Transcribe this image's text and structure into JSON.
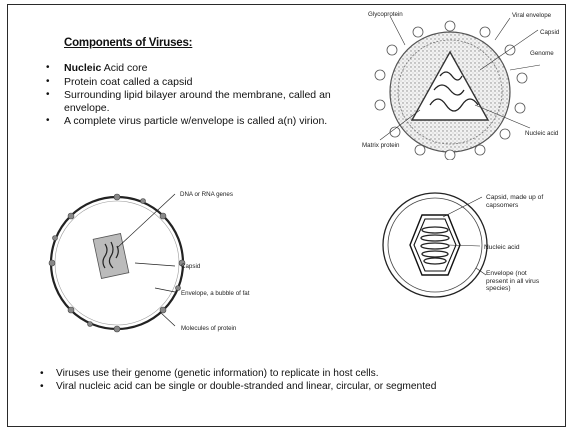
{
  "slide": {
    "title": "Components of Viruses:",
    "bullets": [
      {
        "lead": "Nucleic",
        "text": " Acid core"
      },
      {
        "lead": "",
        "text": "Protein coat called a capsid"
      },
      {
        "lead": "",
        "text": "Surrounding lipid bilayer around the membrane, called an envelope."
      },
      {
        "lead": "",
        "text": "A complete virus particle w/envelope is called a(n) virion."
      }
    ],
    "bottom_bullets": [
      "Viruses use their genome (genetic information) to replicate in host cells.",
      "Viral nucleic acid can be single or double-stranded and linear, circular, or segmented"
    ]
  },
  "figure_left": {
    "labels": {
      "dna": "DNA or RNA genes",
      "capsid": "Capsid",
      "envelope": "Envelope, a bubble of fat",
      "protein": "Molecules of protein"
    }
  },
  "figure_right": {
    "labels": {
      "capsid": "Capsid, made up of capsomers",
      "nucleic": "Nucleic acid",
      "envelope": "Envelope (not present in all virus species)"
    }
  },
  "figure_top": {
    "labels": {
      "glycoprotein": "Glycoprotein",
      "viral_envelope": "Viral envelope",
      "capsid": "Capsid",
      "genome": "Genome",
      "matrix": "Matrix protein",
      "nucleic": "Nucleic acid"
    }
  }
}
